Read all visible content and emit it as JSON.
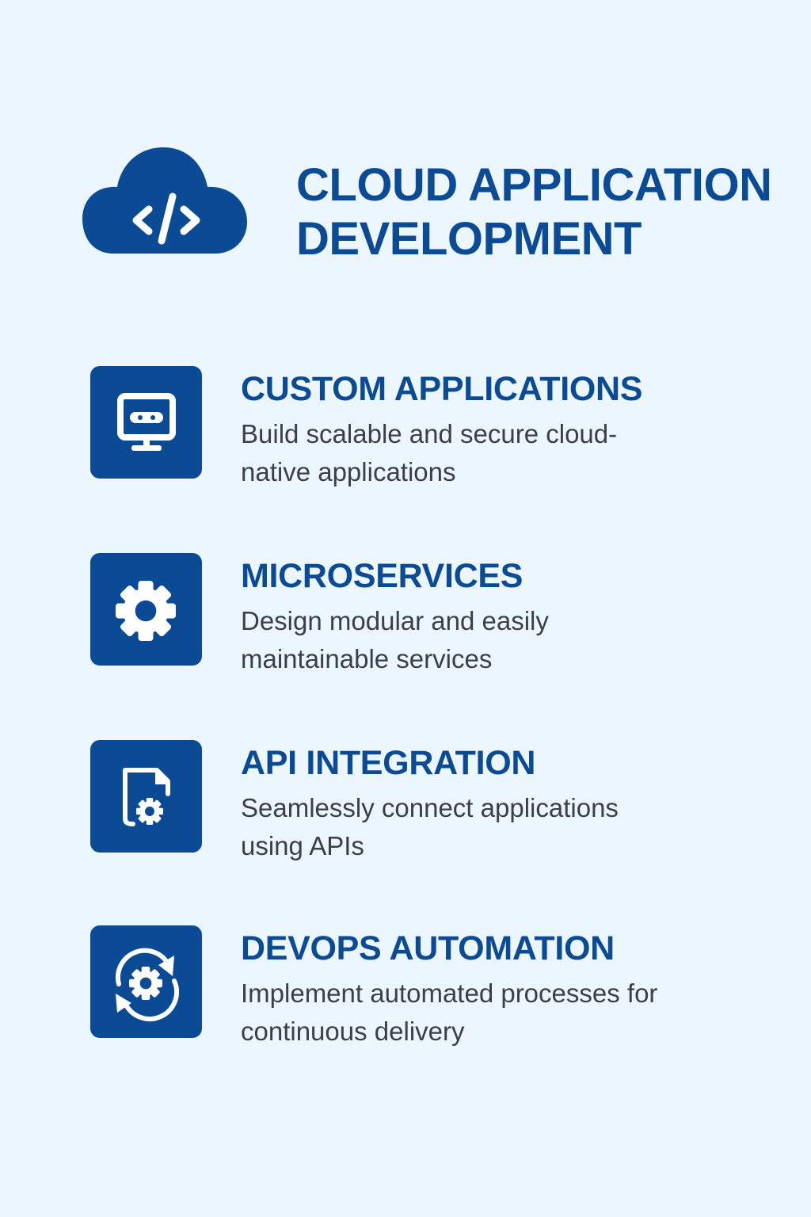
{
  "header": {
    "title_line1": "CLOUD APPLICATION",
    "title_line2": "DEVELOPMENT",
    "icon": "cloud-code-icon"
  },
  "colors": {
    "background": "#ecf6fe",
    "accent": "#0b4a94",
    "text": "#3a3f4a"
  },
  "items": [
    {
      "title": "CUSTOM APPLICATIONS",
      "description": "Build scalable and secure cloud-native applications",
      "icon": "monitor-icon"
    },
    {
      "title": "MICROSERVICES",
      "description": "Design modular and easily maintainable services",
      "icon": "gear-icon"
    },
    {
      "title": "API INTEGRATION",
      "description": "Seamlessly connect applications using APIs",
      "icon": "document-gear-icon"
    },
    {
      "title": "DEVOPS AUTOMATION",
      "description": "Implement automated processes for continuous delivery",
      "icon": "refresh-gear-icon"
    }
  ]
}
